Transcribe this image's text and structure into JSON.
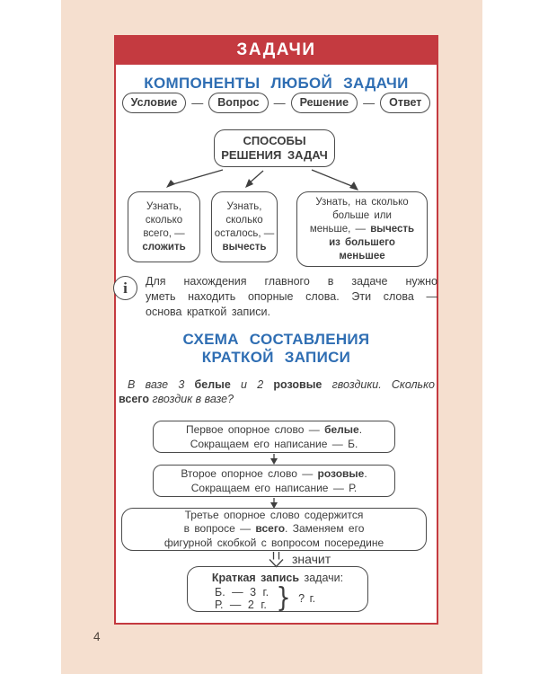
{
  "colors": {
    "accent_red": "#c43a40",
    "accent_blue": "#2f6eb3",
    "background_peach": "#f5dfcf",
    "text": "#3c3c3c"
  },
  "header": {
    "title": "ЗАДАЧИ"
  },
  "page_number": "4",
  "components": {
    "heading": "КОМПОНЕНТЫ ЛЮБОЙ ЗАДАЧИ",
    "separator": "—",
    "items": [
      "Условие",
      "Вопрос",
      "Решение",
      "Ответ"
    ]
  },
  "methods": {
    "root": {
      "line1": "СПОСОБЫ",
      "line2": "РЕШЕНИЯ ЗАДАЧ"
    },
    "box1": {
      "l1": "Узнать,",
      "l2": "сколько",
      "l3": "всего, —",
      "l4": "сложить"
    },
    "box2": {
      "l1": "Узнать,",
      "l2": "сколько",
      "l3": "осталось, —",
      "l4": "вычесть"
    },
    "box3": {
      "l1": "Узнать, на сколько",
      "l2": "больше или",
      "l3a": "меньше, — ",
      "l3b": "вычесть",
      "l4": "из большего",
      "l5": "меньшее"
    }
  },
  "note": {
    "icon_glyph": "i",
    "line1": "Для нахождения главного в задаче нужно",
    "line2": "уметь находить опорные слова. Эти слова —",
    "line3": "основа краткой записи."
  },
  "scheme": {
    "heading_line1": "СХЕМА СОСТАВЛЕНИЯ",
    "heading_line2": "КРАТКОЙ ЗАПИСИ",
    "example": {
      "p1a": "В вазе 3 ",
      "p1b": "белые",
      "p1c": " и 2 ",
      "p1d": "розовые",
      "p1e": " гвоздики. Сколько",
      "p2a": "всего",
      "p2b": " гвоздик в вазе?"
    },
    "step1": {
      "l1a": "Первое опорное слово — ",
      "l1b": "белые",
      "l1c": ".",
      "l2": "Сокращаем его написание — Б."
    },
    "step2": {
      "l1a": "Второе опорное слово — ",
      "l1b": "розовые",
      "l1c": ".",
      "l2": "Сокращаем его написание — Р."
    },
    "step3": {
      "l1": "Третье опорное слово содержится",
      "l2a": "в вопросе — ",
      "l2b": "всего",
      "l2c": ". Заменяем его",
      "l3": "фигурной скобкой с вопросом посередине"
    },
    "consequence": "значит",
    "result": {
      "title_bold": "Краткая запись",
      "title_rest": " задачи:",
      "row1": "Б. — 3 г.",
      "row2": "Р. — 2 г.",
      "brace_glyph": "}",
      "question": "? г."
    }
  }
}
